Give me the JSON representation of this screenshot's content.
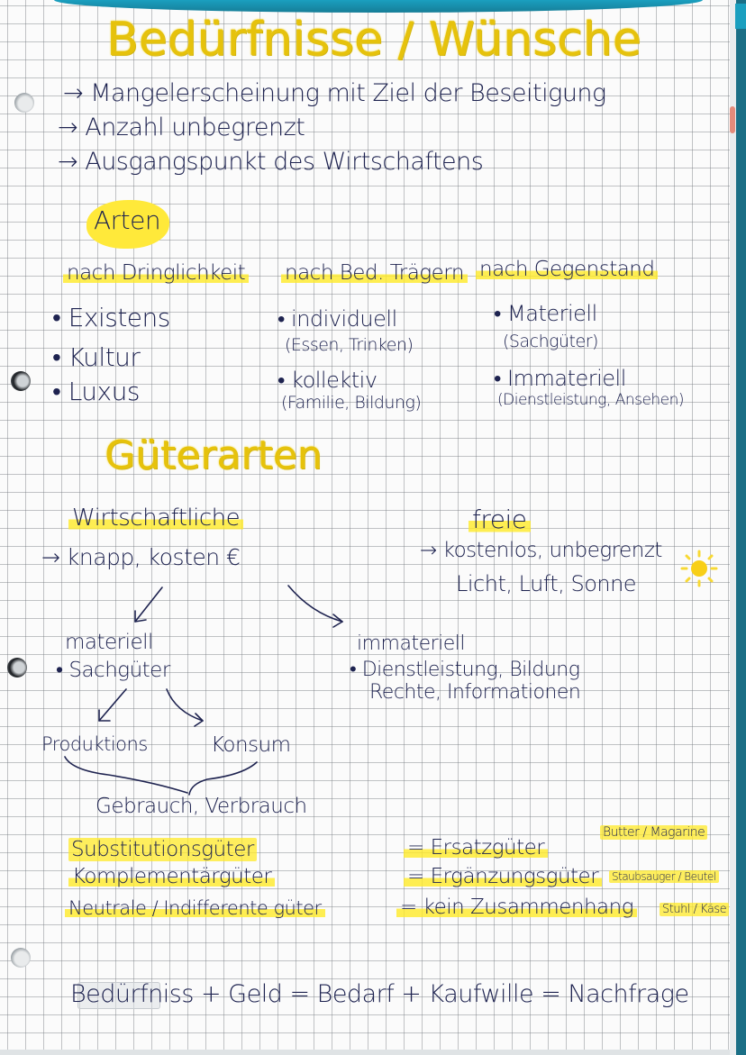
{
  "section1": {
    "title": "Bedürfnisse / Wünsche",
    "bullets": [
      "Mangelerscheinung mit Ziel der Beseitigung",
      "Anzahl unbegrenzt",
      "Ausgangspunkt des Wirtschaftens"
    ],
    "bullet_marker": "→"
  },
  "arten": {
    "label": "Arten",
    "columns": [
      {
        "heading": "nach Dringlichkeit",
        "items": [
          {
            "label": "Existens",
            "note": ""
          },
          {
            "label": "Kultur",
            "note": ""
          },
          {
            "label": "Luxus",
            "note": ""
          }
        ]
      },
      {
        "heading": "nach Bed. Trägern",
        "items": [
          {
            "label": "individuell",
            "note": "(Essen, Trinken)"
          },
          {
            "label": "kollektiv",
            "note": "(Familie, Bildung)"
          }
        ]
      },
      {
        "heading": "nach Gegenstand",
        "items": [
          {
            "label": "Materiell",
            "note": "(Sachgüter)"
          },
          {
            "label": "Immateriell",
            "note": "(Dienstleistung, Ansehen)"
          }
        ]
      }
    ]
  },
  "gueterarten": {
    "title": "Güterarten",
    "wirtschaftliche": {
      "heading": "Wirtschaftliche",
      "desc": "→ knapp, kosten €",
      "materiell": {
        "heading": "materiell",
        "bullet": "• Sachgüter",
        "branches": [
          "Produktions",
          "Konsum"
        ],
        "sub": "Gebrauch, Verbrauch"
      },
      "immateriell": {
        "heading": "immateriell",
        "line1": "• Dienstleistung, Bildung",
        "line2": "Rechte, Informationen"
      }
    },
    "freie": {
      "heading": "freie",
      "desc": "→ kostenlos, unbegrenzt",
      "examples": "Licht, Luft, Sonne",
      "icon": "sun-icon"
    }
  },
  "relations": [
    {
      "term": "Substitutionsgüter",
      "equals": "= Ersatzgüter",
      "example": "Butter / Magarine"
    },
    {
      "term": "Komplementärgüter",
      "equals": "= Ergänzungsgüter",
      "example": "Staubsauger / Beutel"
    },
    {
      "term": "Neutrale / Indifferente güter",
      "equals": "= kein Zusammenhang",
      "example": "Stuhl / Käse"
    }
  ],
  "formula": "Bedürfniss + Geld = Bedarf + Kaufwille = Nachfrage",
  "colors": {
    "ink": "#1e2350",
    "highlighter": "#ffea28",
    "title_yellow": "#e6c20c",
    "binder_teal": "#1a9fbf"
  }
}
